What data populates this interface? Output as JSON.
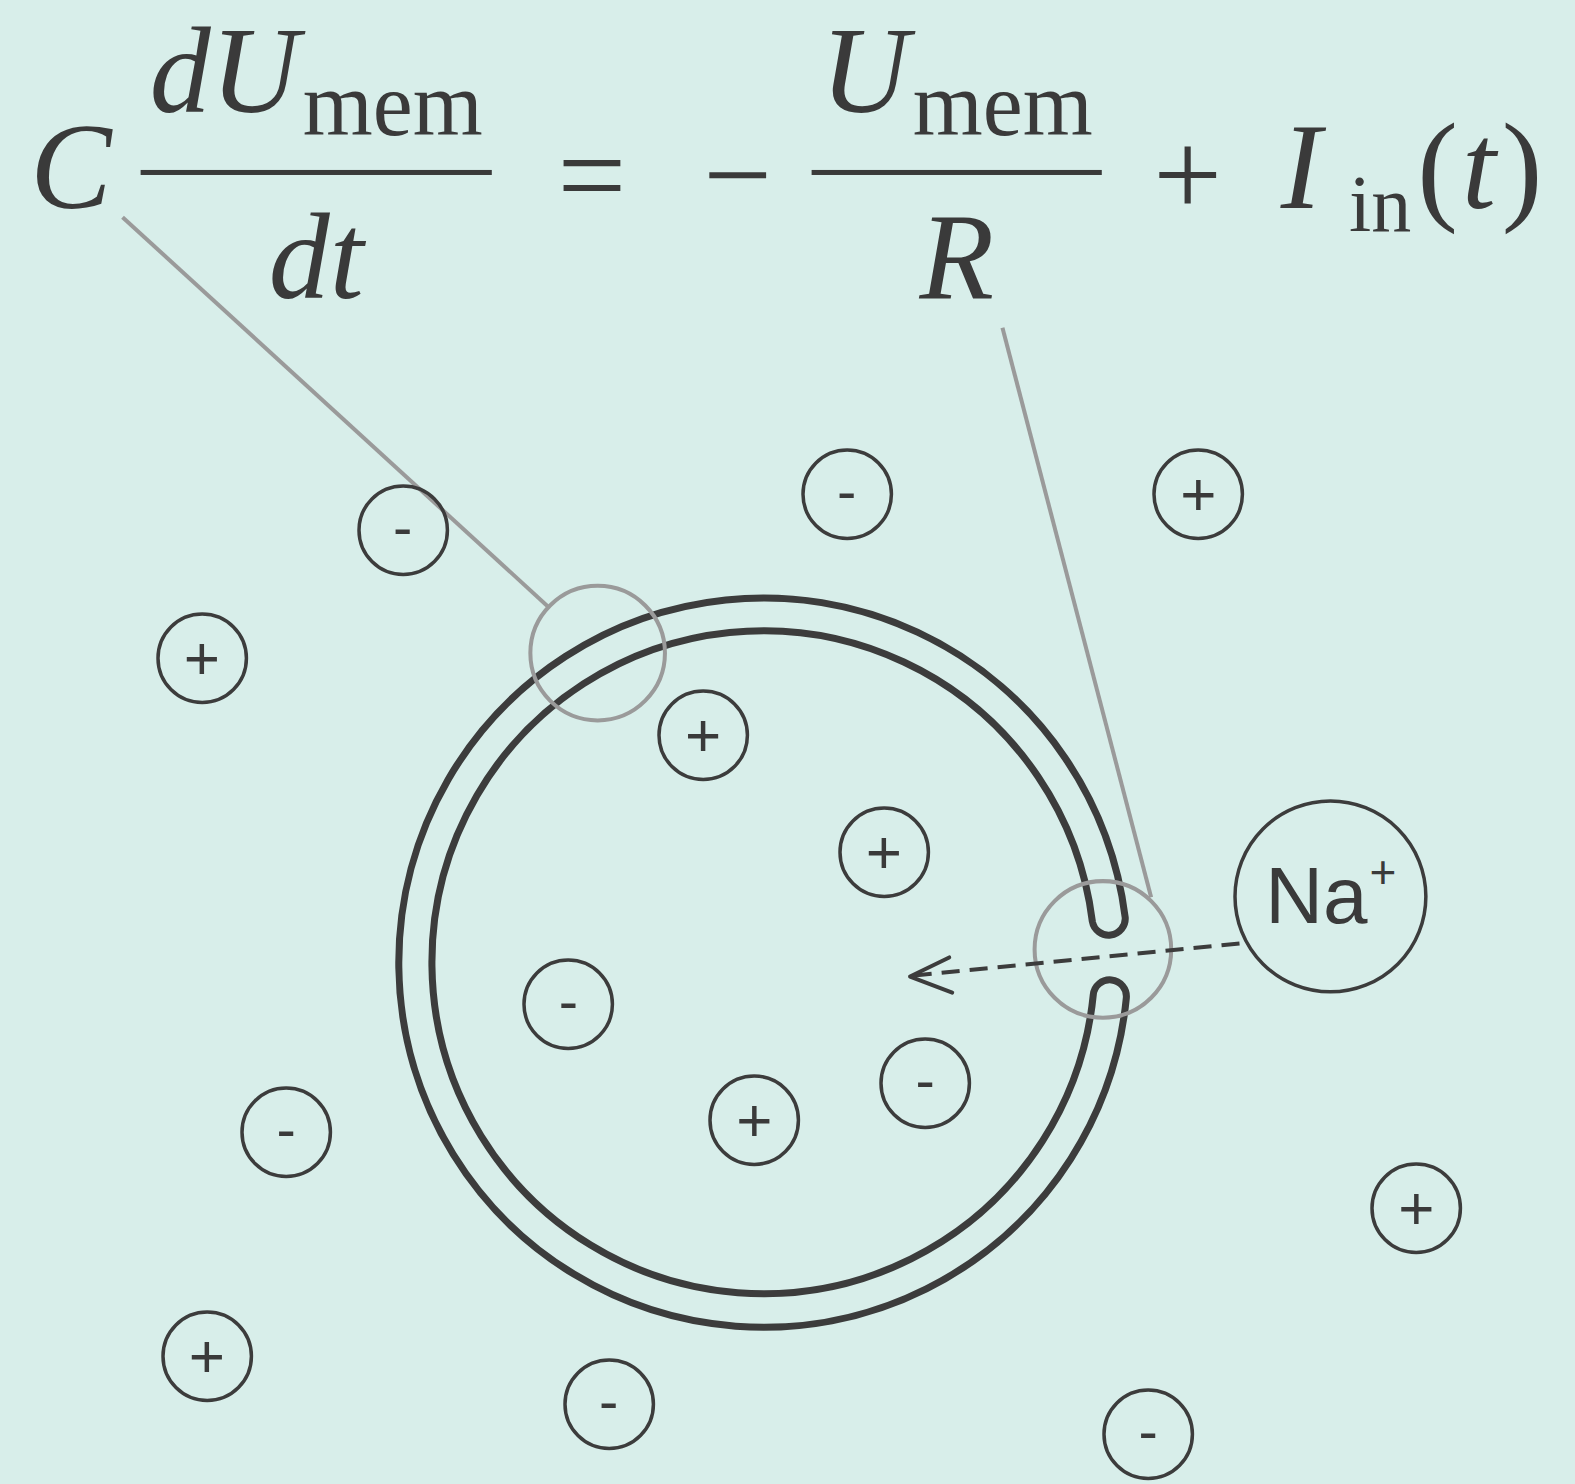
{
  "diagram": {
    "nodes": [
      {
        "text": [
          "-"
        ]
      },
      {
        "text": [
          "+"
        ]
      },
      {
        "text": [
          "-"
        ]
      },
      {
        "text": [
          "+"
        ]
      },
      {
        "text": [
          "+"
        ]
      },
      {
        "text": [
          "+"
        ]
      },
      {
        "text": [
          "Na",
          "+"
        ]
      },
      {
        "text": [
          "-"
        ]
      },
      {
        "text": [
          "-"
        ]
      },
      {
        "text": [
          "+"
        ]
      },
      {
        "text": [
          "-"
        ]
      },
      {
        "text": [
          "+"
        ]
      },
      {
        "text": [
          "+"
        ]
      },
      {
        "text": [
          "-"
        ]
      },
      {
        "text": [
          "-"
        ]
      }
    ],
    "labels": [
      "C",
      "dU",
      "mem",
      "dt",
      "=",
      "−",
      "U",
      "mem",
      "R",
      "+",
      "I",
      "in",
      "(",
      "t",
      ")"
    ]
  }
}
